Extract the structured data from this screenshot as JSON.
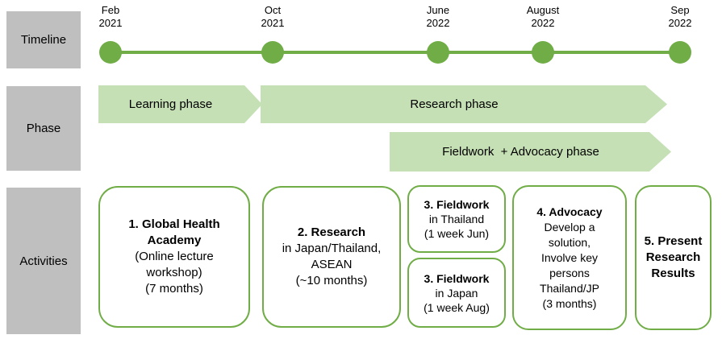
{
  "rows": {
    "timeline_label": "Timeline",
    "phase_label": "Phase",
    "activities_label": "Activities"
  },
  "timeline": {
    "milestones": [
      {
        "month": "Feb",
        "year": "2021"
      },
      {
        "month": "Oct",
        "year": "2021"
      },
      {
        "month": "June",
        "year": "2022"
      },
      {
        "month": "August",
        "year": "2022"
      },
      {
        "month": "Sep",
        "year": "2022"
      }
    ]
  },
  "phases": [
    {
      "label": "Learning phase"
    },
    {
      "label": "Research phase"
    },
    {
      "label": "Fieldwork  + Advocacy phase"
    }
  ],
  "activities": [
    {
      "title": "1. Global Health Academy",
      "lines": [
        "(Online lecture workshop)",
        "(7 months)"
      ]
    },
    {
      "title": "2. Research",
      "lines": [
        "in Japan/Thailand,",
        "ASEAN",
        "(~10 months)"
      ]
    },
    {
      "title": "3. Fieldwork",
      "lines": [
        "in Thailand",
        "(1 week Jun)"
      ]
    },
    {
      "title": "3. Fieldwork",
      "lines": [
        "in Japan",
        "(1 week Aug)"
      ]
    },
    {
      "title": "4. Advocacy",
      "lines": [
        "Develop a solution,",
        "Involve key persons",
        "Thailand/JP",
        "(3 months)"
      ]
    },
    {
      "title": "5. Present Research Results",
      "lines": []
    }
  ],
  "colors": {
    "accent_green": "#70AD47",
    "light_green": "#C5E0B4",
    "row_label_gray": "#BFBFBF"
  }
}
